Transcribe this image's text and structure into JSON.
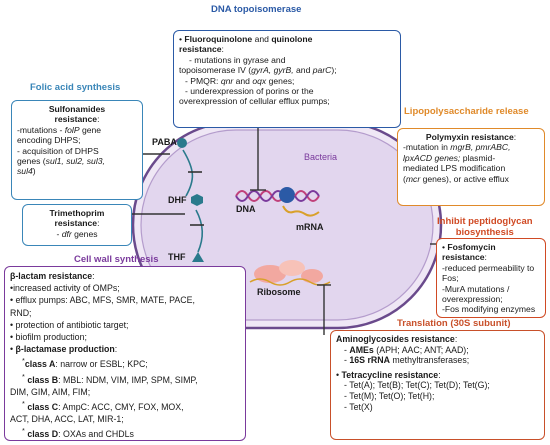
{
  "colors": {
    "dna": "#2b5aa6",
    "folic": "#3a86b8",
    "lps": "#e08a2a",
    "peptido": "#d04a24",
    "cellwall": "#7a3a9c",
    "translation": "#c8502a",
    "bacteria_fill": "#e6dcef",
    "bacteria_outline": "#6a4a8c",
    "teal": "#2a7a8c"
  },
  "sections": {
    "dna_topoisomerase": "DNA topoisomerase",
    "folic_acid": "Folic acid synthesis",
    "lps_release": "Lipopolysaccharide release",
    "peptidoglycan_l1": "Inhibit peptidoglycan",
    "peptidoglycan_l2": "biosynthesis",
    "cell_wall": "Cell wall synthesis",
    "translation": "Translation (30S subunit)"
  },
  "cell": {
    "bacteria": "Bacteria",
    "dna": "DNA",
    "mrna": "mRNA",
    "ribosome": "Ribosome",
    "paba": "PABA",
    "dhf": "DHF",
    "thf": "THF"
  },
  "boxes": {
    "fluoroquinolone": {
      "t1": "Fluoroquinolone",
      "t2": " and ",
      "t3": "quinolone",
      "t4": "resistance",
      "t5": ":",
      "l1": "- mutations in gyrase and",
      "l2a": "topoisomerase IV (",
      "l2b": "gyrA, gyrB,",
      "l2c": " and ",
      "l2d": "parC",
      "l2e": ");",
      "l3a": "- PMQR: ",
      "l3b": "qnr",
      "l3c": " and ",
      "l3d": "oqx",
      "l3e": " genes;",
      "l4": "- underexpression of porins or the",
      "l5": "overexpression of cellular efflux pumps;"
    },
    "sulfonamides": {
      "t1": "Sulfonamides",
      "t2": "resistance",
      "t3": ":",
      "l1a": "-mutations - ",
      "l1b": "folP",
      "l1c": " gene",
      "l2": "encoding DHPS;",
      "l3": "- acquisition of DHPS",
      "l4a": "genes (",
      "l4b": "sul1, sul2, sul3,",
      "l5a": "sul4",
      "l5b": ")"
    },
    "trimethoprim": {
      "t1": "Trimethoprim",
      "t2": "resistance",
      "t3": ":",
      "l1a": "- ",
      "l1b": "dfr",
      "l1c": " genes"
    },
    "polymyxin": {
      "t1": "Polymyxin resistance",
      "t2": ":",
      "l1a": "-mutation in ",
      "l1b": "mgrB, pmrABC,",
      "l2a": "lpxACD genes;",
      "l2b": " plasmid-",
      "l3": "mediated LPS modification",
      "l4a": "(",
      "l4b": "mcr",
      "l4c": " genes), or active efflux"
    },
    "fosfomycin": {
      "t1": "Fosfomycin resistance",
      "t2": ":",
      "l1": "-reduced permeability to",
      "l2": "Fos;",
      "l3": "-MurA mutations /",
      "l4": "overexpression;",
      "l5": "-Fos modifying enzymes"
    },
    "betalactam": {
      "t1": "β-lactam resistance",
      "t2": ":",
      "l1": "•increased activity of OMPs;",
      "l2": "• efflux pumps: ABC, MFS, SMR, MATE, PACE,",
      "l3": "RND;",
      "l4": "• protection of antibiotic target;",
      "l5": "• biofilm production;",
      "l6a": "• ",
      "l6b": "β-lactamase production",
      "l6c": ":",
      "l7a": "class A",
      "l7b": ": narrow or ESBL; KPC;",
      "l8a": "class B",
      "l8b": ": MBL: NDM, VIM, IMP, SPM, SIMP,",
      "l9": "DIM, GIM, AIM, FIM;",
      "l10a": "class C",
      "l10b": ": AmpC: ACC, CMY, FOX, MOX,",
      "l11": "ACT, DHA, ACC, LAT, MIR-1;",
      "l12a": "class D",
      "l12b": ": OXAs and CHDLs"
    },
    "aminoglycosides": {
      "t1": "Aminoglycosides resistance",
      "t2": ":",
      "l1a": "AMEs",
      "l1b": " (APH; AAC; ANT; AAD);",
      "l2a": "16S rRNA",
      "l2b": " methyltransferases;",
      "t3": "Tetracycline resistance",
      "t4": ":",
      "m1": "- Tet(A); Tet(B); Tet(C); Tet(D); Tet(G);",
      "m2": "- Tet(M); Tet(O); Tet(H);",
      "m3": "- Tet(X)"
    }
  }
}
